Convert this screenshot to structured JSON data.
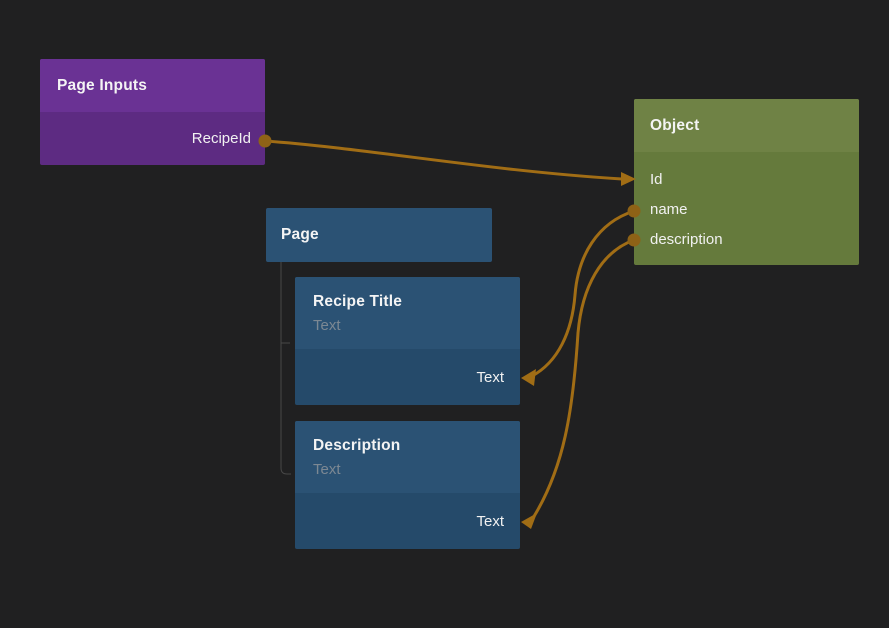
{
  "canvas": {
    "background_color": "#202021",
    "tree_line_color": "#484848"
  },
  "wire": {
    "line_color": "#a16d15",
    "dot_color": "#8e6216",
    "arrow_color": "#a16d15"
  },
  "nodes": {
    "page_inputs": {
      "title": "Page Inputs",
      "header_color": "#6a3294",
      "body_color": "#5d2b82",
      "outputs": [
        {
          "label": "RecipeId"
        }
      ]
    },
    "object": {
      "title": "Object",
      "header_color": "#6f8245",
      "body_color": "#657a3c",
      "ports": [
        {
          "label": "Id"
        },
        {
          "label": "name"
        },
        {
          "label": "description"
        }
      ]
    },
    "page": {
      "title": "Page",
      "header_color": "#2b5274"
    },
    "recipe_title": {
      "title": "Recipe Title",
      "subtitle": "Text",
      "header_color": "#2b5274",
      "body_color": "#254a6a",
      "inputs": [
        {
          "label": "Text"
        }
      ]
    },
    "description": {
      "title": "Description",
      "subtitle": "Text",
      "header_color": "#2b5274",
      "body_color": "#254a6a",
      "inputs": [
        {
          "label": "Text"
        }
      ]
    }
  },
  "connections": [
    {
      "from": "Page Inputs.RecipeId",
      "to": "Object.Id"
    },
    {
      "from": "Object.name",
      "to": "Recipe Title.Text"
    },
    {
      "from": "Object.description",
      "to": "Description.Text"
    }
  ]
}
